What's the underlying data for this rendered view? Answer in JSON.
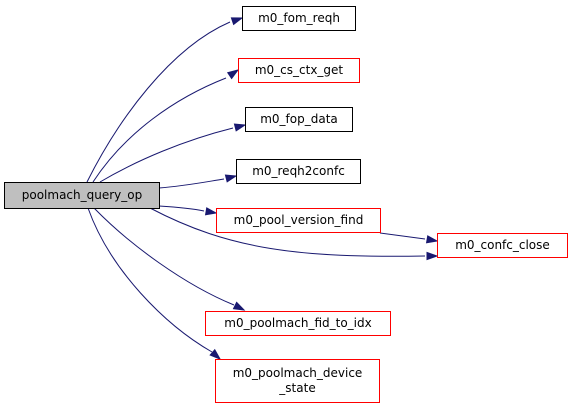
{
  "colors": {
    "edge": "#191970",
    "root_fill": "#bfbfbf",
    "root_stroke": "#000000",
    "leaf_fill": "#ffffff",
    "black_border": "#000000",
    "red_border": "#ff0000"
  },
  "nodes": [
    {
      "id": "root",
      "lines": [
        "poolmach_query_op"
      ],
      "border": "black",
      "root": true
    },
    {
      "id": "fom_reqh",
      "lines": [
        "m0_fom_reqh"
      ],
      "border": "black"
    },
    {
      "id": "cs_ctx_get",
      "lines": [
        "m0_cs_ctx_get"
      ],
      "border": "red"
    },
    {
      "id": "fop_data",
      "lines": [
        "m0_fop_data"
      ],
      "border": "black"
    },
    {
      "id": "reqh2confc",
      "lines": [
        "m0_reqh2confc"
      ],
      "border": "black"
    },
    {
      "id": "pool_version_find",
      "lines": [
        "m0_pool_version_find"
      ],
      "border": "red"
    },
    {
      "id": "confc_close",
      "lines": [
        "m0_confc_close"
      ],
      "border": "red"
    },
    {
      "id": "poolmach_fid_to_idx",
      "lines": [
        "m0_poolmach_fid_to_idx"
      ],
      "border": "red"
    },
    {
      "id": "poolmach_device_state",
      "lines": [
        "m0_poolmach_device",
        "_state"
      ],
      "border": "red"
    }
  ],
  "edges": [
    {
      "from": "root",
      "to": "fom_reqh"
    },
    {
      "from": "root",
      "to": "cs_ctx_get"
    },
    {
      "from": "root",
      "to": "fop_data"
    },
    {
      "from": "root",
      "to": "reqh2confc"
    },
    {
      "from": "root",
      "to": "pool_version_find"
    },
    {
      "from": "root",
      "to": "confc_close"
    },
    {
      "from": "root",
      "to": "poolmach_fid_to_idx"
    },
    {
      "from": "root",
      "to": "poolmach_device_state"
    },
    {
      "from": "pool_version_find",
      "to": "confc_close"
    }
  ]
}
